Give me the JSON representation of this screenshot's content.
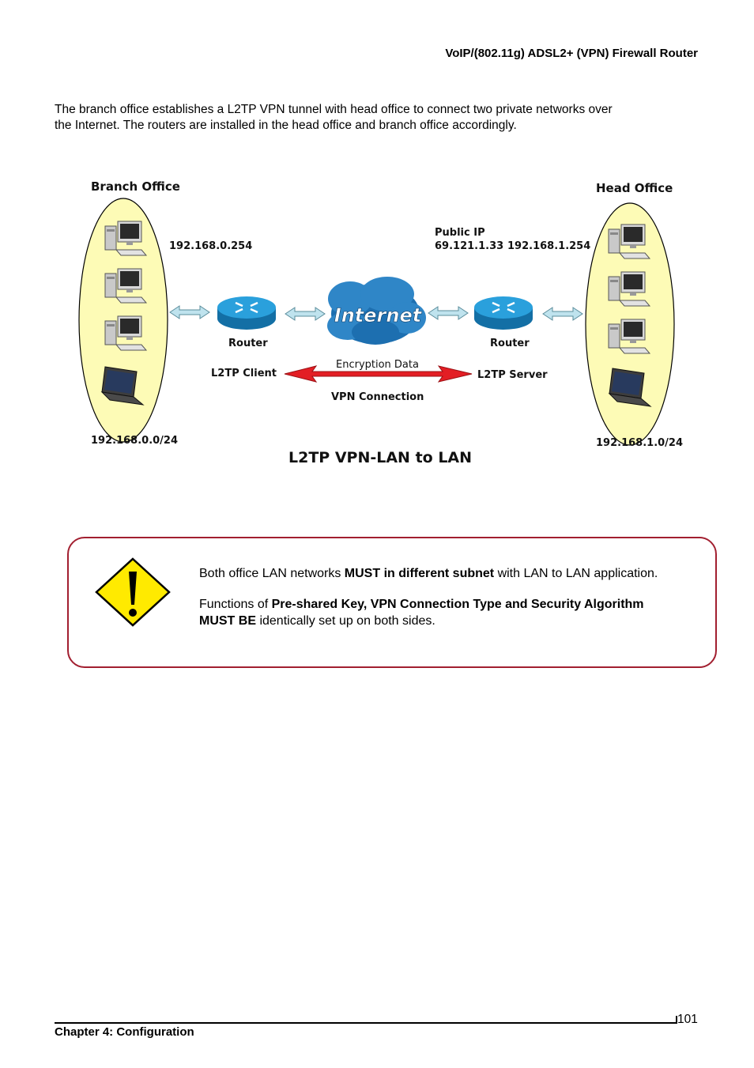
{
  "header": {
    "title": "VoIP/(802.11g) ADSL2+ (VPN) Firewall Router"
  },
  "intro": {
    "line1": "The branch office establishes a L2TP VPN tunnel with head office to connect two private networks over",
    "line2": "the Internet. The routers are installed in the head office and branch office accordingly."
  },
  "diagram": {
    "branch_title": "Branch Office",
    "head_title": "Head Office",
    "branch_gateway_ip": "192.168.0.254",
    "public_ip_label": "Public IP",
    "public_ip": "69.121.1.33",
    "head_gateway_ip": "192.168.1.254",
    "internet_label": "Internet",
    "router_left": "Router",
    "router_right": "Router",
    "client_label": "L2TP Client",
    "server_label": "L2TP Server",
    "encryption_label": "Encryption Data",
    "vpn_label": "VPN Connection",
    "branch_subnet": "192.168.0.0/24",
    "head_subnet": "192.168.1.0/24",
    "caption": "L2TP VPN-LAN to LAN"
  },
  "note": {
    "p1_pre": "Both office LAN networks ",
    "p1_bold": "MUST in different subnet",
    "p1_post": " with LAN to LAN application.",
    "p2_pre": "Functions of ",
    "p2_bold1": "Pre-shared Key, VPN Connection Type and Security Algorithm",
    "p2_bold2": "MUST BE",
    "p2_post": " identically set up on both sides."
  },
  "footer": {
    "chapter": "Chapter 4: Configuration",
    "page_number": "101"
  },
  "colors": {
    "oval_fill": "#fdfbb6",
    "router_blue": "#1a8fcf",
    "vpn_arrow": "#e31e24",
    "note_border": "#a21f30"
  }
}
